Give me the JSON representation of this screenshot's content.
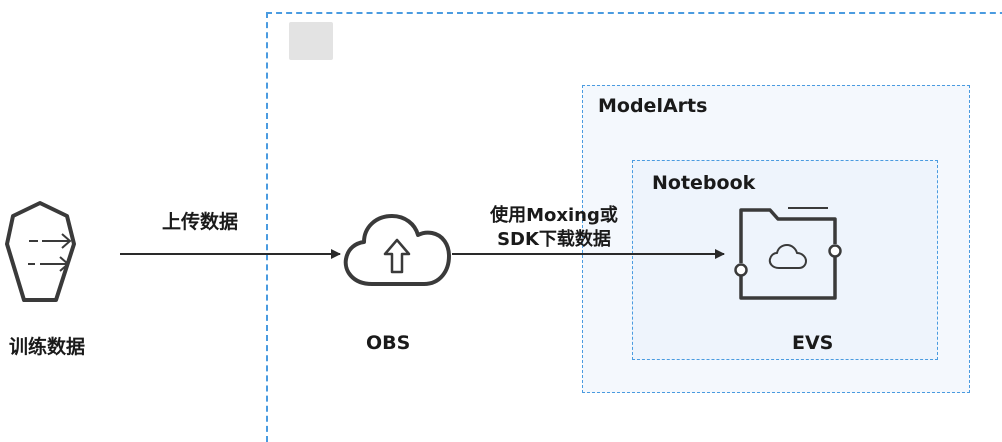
{
  "nodes": {
    "training_data": {
      "label": "训练数据",
      "icon": "data-transfer-icon"
    },
    "obs": {
      "label": "OBS",
      "icon": "cloud-upload-icon"
    },
    "evs": {
      "label": "EVS",
      "icon": "folder-cloud-icon"
    }
  },
  "containers": {
    "modelarts": {
      "label": "ModelArts"
    },
    "notebook": {
      "label": "Notebook"
    }
  },
  "edges": {
    "upload": {
      "label": "上传数据"
    },
    "download": {
      "line1": "使用Moxing或",
      "line2": "SDK下载数据"
    }
  },
  "colors": {
    "region_border": "#4a9be0",
    "icon_stroke": "#3a3a3a",
    "modelarts_fill": "#f4f8fd",
    "notebook_fill": "#eef4fc"
  }
}
